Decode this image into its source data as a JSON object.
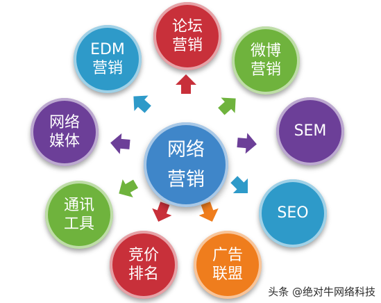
{
  "center": {
    "line1": "网络",
    "line2": "营销",
    "color": "#3f86c9"
  },
  "nodes": [
    {
      "id": "forum",
      "line1": "论坛",
      "line2": "营销",
      "color": "#c8303a"
    },
    {
      "id": "weibo",
      "line1": "微博",
      "line2": "营销",
      "color": "#6fb33d"
    },
    {
      "id": "sem",
      "line1": "SEM",
      "line2": "",
      "color": "#6c3f98"
    },
    {
      "id": "seo",
      "line1": "SEO",
      "line2": "",
      "color": "#2e9ac9"
    },
    {
      "id": "ads",
      "line1": "广告",
      "line2": "联盟",
      "color": "#ef7d1d"
    },
    {
      "id": "ranking",
      "line1": "竞价",
      "line2": "排名",
      "color": "#c8303a"
    },
    {
      "id": "tools",
      "line1": "通讯",
      "line2": "工具",
      "color": "#6fb33d"
    },
    {
      "id": "media",
      "line1": "网络",
      "line2": "媒体",
      "color": "#6c3f98"
    },
    {
      "id": "edm",
      "line1": "EDM",
      "line2": "营销",
      "color": "#2e9ac9"
    }
  ],
  "watermark": "头条 @绝对牛网络科技"
}
